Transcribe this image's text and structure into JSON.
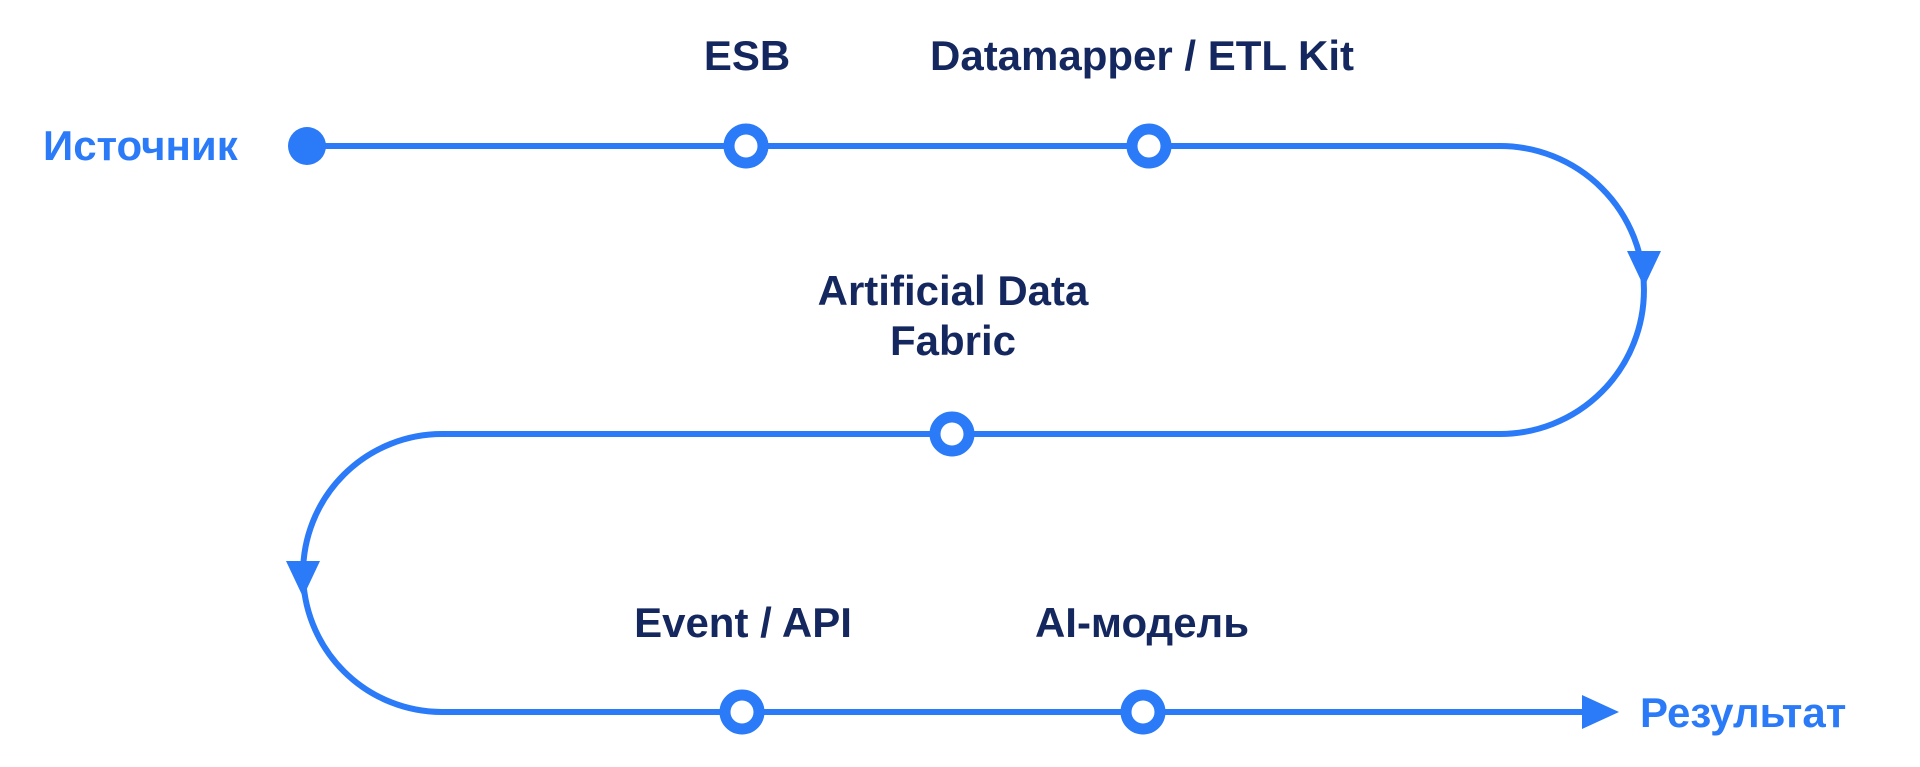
{
  "diagram": {
    "background": "#FFFFFF",
    "accent_blue": "#2B7AF7",
    "text_navy": "#14275E",
    "start_label": "Источник",
    "end_label": "Результат",
    "stages": [
      {
        "id": "esb",
        "label": "ESB"
      },
      {
        "id": "datamapper-etl-kit",
        "label": "Datamapper / ETL Kit"
      },
      {
        "id": "artificial-data-fabric",
        "label_line1": "Artificial Data",
        "label_line2": "Fabric"
      },
      {
        "id": "event-api",
        "label": "Event / API"
      },
      {
        "id": "ai-model",
        "label": "AI-модель"
      }
    ]
  }
}
